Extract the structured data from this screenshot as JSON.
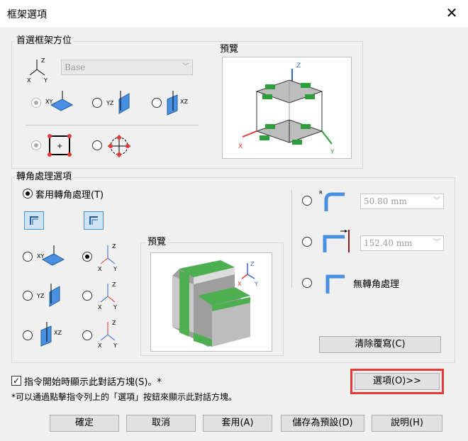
{
  "window": {
    "title": "框架選項",
    "close_glyph": "✕"
  },
  "orientation": {
    "group_label": "首選框架方位",
    "preset_value": "Base",
    "axis_labels": {
      "z": "Z",
      "x": "X",
      "y": "Y"
    },
    "plane_labels": [
      "XY",
      "YZ",
      "XZ"
    ],
    "preview_label": "預覽"
  },
  "corner": {
    "group_label": "轉角處理選項",
    "apply_label": "套用轉角處理(T)",
    "plane_labels": [
      "XY",
      "YZ",
      "XZ"
    ],
    "preview_label": "預覽",
    "radius_value": "50.80 mm",
    "extend_value": "152.40 mm",
    "no_corner_label": "無轉角處理",
    "clear_button": "清除覆寫(C)"
  },
  "footer": {
    "show_dialog_label": "指令開始時顯示此對話方塊(S)。*",
    "hint": "*可以通過點擊指令列上的「選項」按鈕來顯示此對話方塊。",
    "options_button": "選項(O)>>",
    "buttons": {
      "ok": "確定",
      "cancel": "取消",
      "apply": "套用(A)",
      "save_default": "儲存為預設(D)",
      "help": "說明(H)"
    }
  },
  "colors": {
    "highlight": "#e53935",
    "accent_green": "#3bb34a",
    "panel_blue": "#4a90e2"
  }
}
